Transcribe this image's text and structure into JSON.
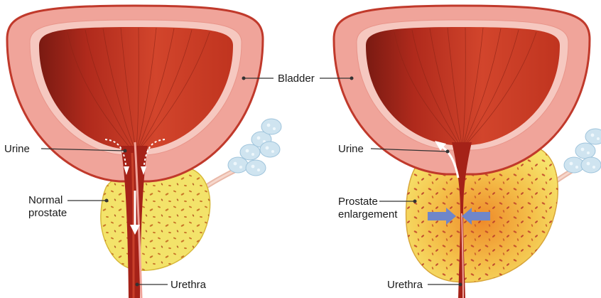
{
  "labels": {
    "bladder": "Bladder",
    "urine_left": "Urine",
    "urine_right": "Urine",
    "normal_prostate_line1": "Normal",
    "normal_prostate_line2": "prostate",
    "enlarged_prostate_line1": "Prostate",
    "enlarged_prostate_line2": "enlargement",
    "urethra_left": "Urethra",
    "urethra_right": "Urethra"
  },
  "colors": {
    "bladder_wall_outer": "#f0a49a",
    "bladder_wall_edge": "#c0392b",
    "bladder_muscle": "#c83a26",
    "bladder_muscle_dark": "#7a1a12",
    "prostate_fill": "#f3e36a",
    "prostate_enlarged_center": "#f0a03a",
    "prostate_speckle": "#c9772a",
    "urethra": "#a52218",
    "seminal_vesicle": "#cfe4f0",
    "compression_arrow": "#6f86c9"
  }
}
